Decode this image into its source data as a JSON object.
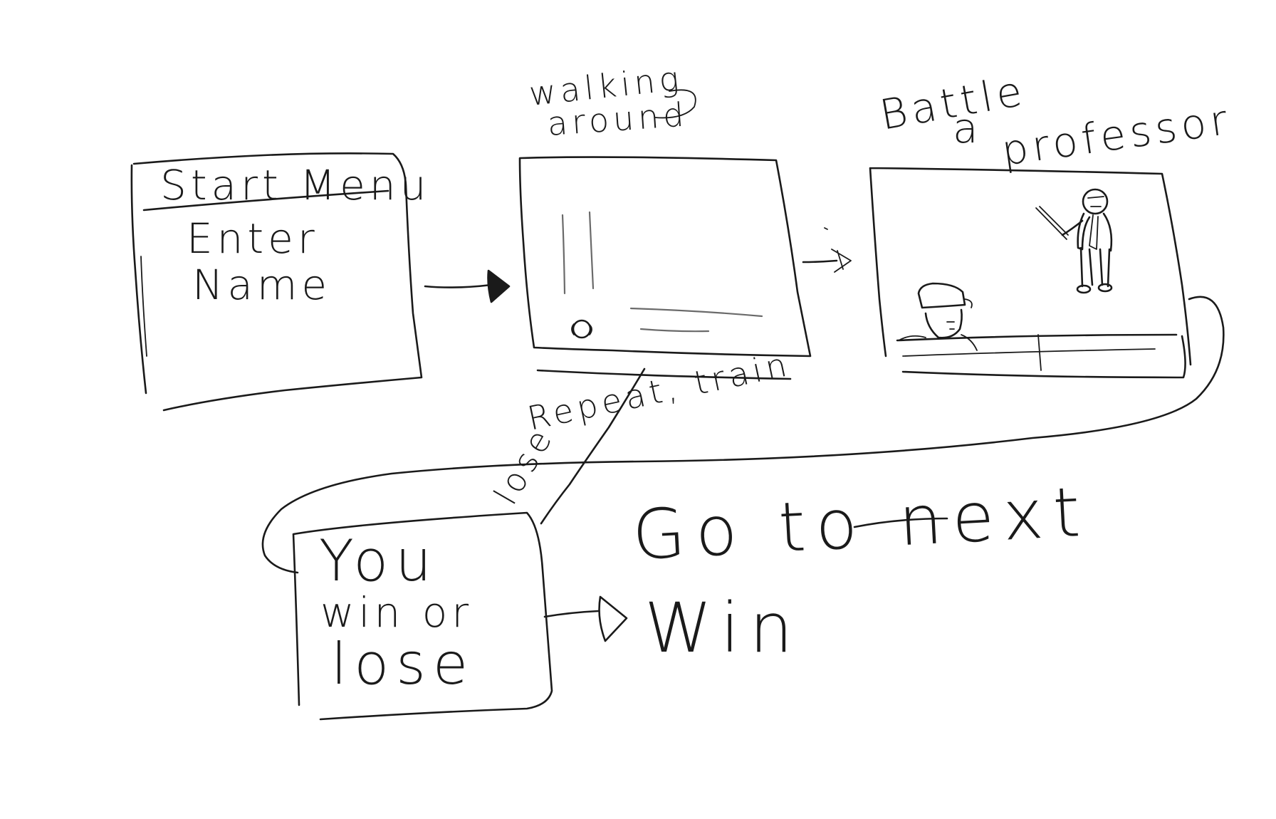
{
  "diagram": {
    "screens": {
      "start_menu": {
        "title": "Start Menu",
        "line1": "Enter",
        "line2": "Name"
      },
      "walking": {
        "caption_line1": "walking",
        "caption_line2": "around"
      },
      "battle": {
        "caption_line1": "Battle",
        "caption_line2": "a",
        "caption_line3": "professor"
      },
      "result": {
        "line1": "You",
        "line2": "win or",
        "line3": "lose"
      }
    },
    "edges": {
      "repeat_train": "Repeat, train",
      "lose": "lose",
      "go_to_next": "Go to next",
      "win": "Win"
    }
  }
}
